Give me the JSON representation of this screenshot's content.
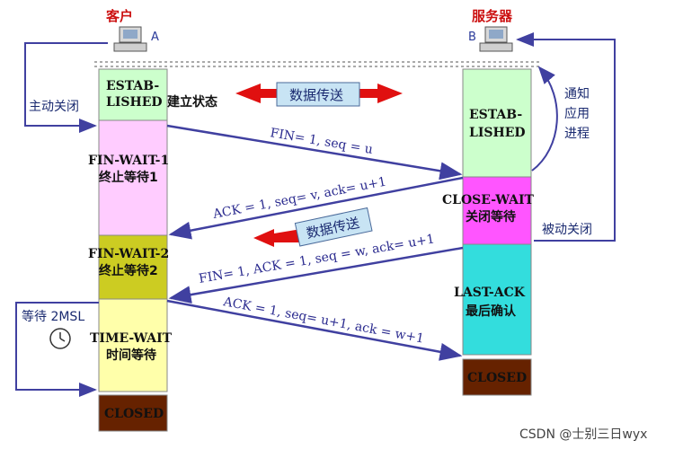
{
  "hosts": {
    "client": {
      "title": "客户",
      "letter": "A"
    },
    "server": {
      "title": "服务器",
      "letter": "B"
    }
  },
  "client_states": [
    {
      "line1": "ESTAB-",
      "line2": "LISHED",
      "extra": "建立状态",
      "color": "#ccffcc"
    },
    {
      "line1": "FIN-WAIT-1",
      "line2": "终止等待1",
      "color": "#ffccff"
    },
    {
      "line1": "FIN-WAIT-2",
      "line2": "终止等待2",
      "color": "#cccc22"
    },
    {
      "line1": "TIME-WAIT",
      "line2": "时间等待",
      "color": "#ffffaa"
    },
    {
      "line1": "CLOSED",
      "color": "#662200"
    }
  ],
  "server_states": [
    {
      "line1": "ESTAB-",
      "line2": "LISHED",
      "color": "#ccffcc"
    },
    {
      "line1": "CLOSE-WAIT",
      "line2": "关闭等待",
      "color": "#ff55ff"
    },
    {
      "line1": "LAST-ACK",
      "line2": "最后确认",
      "color": "#33dddd"
    },
    {
      "line1": "CLOSED",
      "color": "#662200"
    }
  ],
  "messages": [
    {
      "text": "FIN= 1, seq = u"
    },
    {
      "text": "ACK = 1, seq= v, ack= u+1"
    },
    {
      "text": "FIN= 1, ACK = 1, seq = w, ack= u+1"
    },
    {
      "text": "ACK = 1, seq= u+1, ack = w+1"
    }
  ],
  "bubbles": [
    {
      "text": "数据传送"
    },
    {
      "text": "数据传送"
    }
  ],
  "side_labels": {
    "active_close": "主动关闭",
    "notify_line1": "通知",
    "notify_line2": "应用",
    "notify_line3": "进程",
    "passive_close": "被动关闭",
    "wait_2msl": "等待 2MSL"
  },
  "watermark": "CSDN @士别三日wyx",
  "colors": {
    "arrow": "#4040a0",
    "red_arrow": "#e01010",
    "bubble_fill": "#c8e4f4"
  }
}
